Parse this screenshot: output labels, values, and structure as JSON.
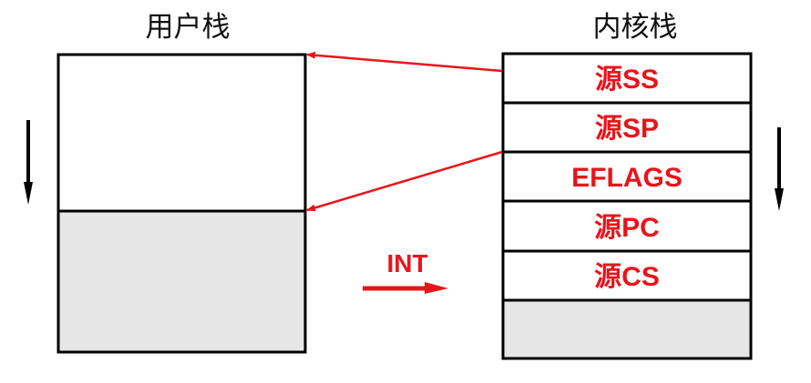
{
  "user_stack": {
    "title": "用户栈"
  },
  "kernel_stack": {
    "title": "内核栈",
    "cells": [
      "源SS",
      "源SP",
      "EFLAGS",
      "源PC",
      "源CS"
    ]
  },
  "transition": {
    "label": "INT"
  },
  "colors": {
    "accent": "#e8141c",
    "stroke": "#000000",
    "used_fill": "#e6e6e6"
  }
}
